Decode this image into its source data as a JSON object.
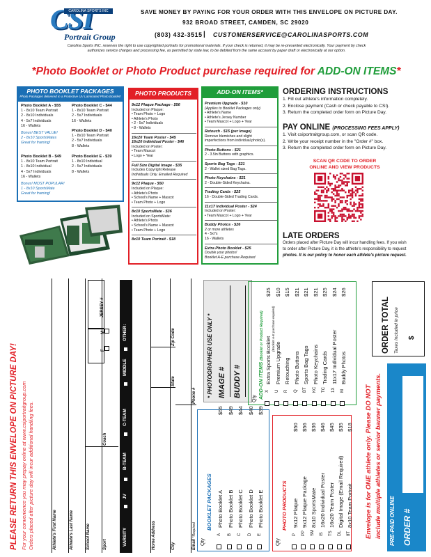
{
  "header": {
    "logo_text": "CSI",
    "logo_strip": "CAROLINA SPORTS INC",
    "logo_sub": "Portrait Group",
    "tagline": "SAVE MONEY BY PAYING FOR YOUR ORDER WITH THIS ENVELOPE ON PICTURE DAY.",
    "address": "932 BROAD STREET, CAMDEN, SC 29020",
    "phone": "(803) 432-3515",
    "separator": "|",
    "email": "CUSTOMERSERVICE@CAROLINASPORTS.COM",
    "disclaimer": "Carolina Sports INC. reserves the right to use copyrighted portraits for promotional materials. If your check is returned, it may be re-presented electronically. Your payment by check authorizes service charges and processing fee, as permitted by state law, to be debited from the same account by paper draft or electronically at our option."
  },
  "banner": {
    "part1": "*Photo Booklet or Photo Product purchase required for ",
    "part2": "ADD-ON ITEMS",
    "part3": "*"
  },
  "booklet_packages": {
    "title": "PHOTO BOOKLET PACKAGES",
    "subtitle": "Photo Packages delivered in a Protective UV Laminated Photo Booklet!",
    "a": {
      "name": "Photo Booklet A - $55",
      "lines": [
        "1 - 8x10 Team Portrait",
        "2 - 8x10 Individuals",
        "4 - 5x7 Individuals",
        "16 - Wallets"
      ],
      "note1": "Bonus!  BEST VALUE!",
      "note2": "2 - 8x10 SportsMates",
      "note3": "Great for framing!"
    },
    "b": {
      "name": "Photo Booklet B - $49",
      "lines": [
        "1 - 8x10 Team Portrait",
        "1 - 8x10 Individual",
        "4 - 5x7 Individuals",
        "16 - Wallets"
      ],
      "note1": "Bonus!  MOST POPULAR!",
      "note2": "1 - 8x10 SportsMate",
      "note3": "Great for framing!"
    },
    "c": {
      "name": "Photo Booklet C - $44",
      "lines": [
        "1 - 8x10 Team Portrait",
        "2 - 5x7 Individuals",
        "16 - Wallets"
      ]
    },
    "d": {
      "name": "Photo Booklet D - $40",
      "lines": [
        "1 - 8x10 Team Portrait",
        "2 - 5x7 Individuals",
        "8 - Wallets"
      ]
    },
    "e": {
      "name": "Photo Booklet E - $39",
      "lines": [
        "1 - 8x10 Individual",
        "2 - 5x7 Individuals",
        "8 - Wallets"
      ]
    }
  },
  "photo_products": {
    "title": "PHOTO PRODUCTS",
    "items": [
      {
        "name": "9x12 Plaque Package - $56",
        "lines": [
          "Included on Plaque:",
          "• Team Photo + Logo",
          "• Athlete's Photo",
          "• 2 - 5x7 Individuals",
          "• 8 - Wallets"
        ]
      },
      {
        "name": "16x20 Team Poster - $45",
        "lines": []
      },
      {
        "name": "16x20 Individual Poster - $46",
        "lines": [
          "Included on Poster:",
          "• Team Mascot",
          "• Logo + Year"
        ]
      },
      {
        "name": "Full Size Digital Image - $35",
        "lines": [
          "Includes Copyright Release",
          "Individuals Only. Emailed Required"
        ]
      },
      {
        "name": "9x12 Plaque - $50",
        "lines": [
          "Included on Plaque:",
          "• Athlete's Photo",
          "• School's Name + Mascot",
          "• Team Photo + Logo"
        ]
      },
      {
        "name": "8x10 SportsMate - $36",
        "lines": [
          "Included on SportsMate:",
          "• Athlete's Photo",
          "• School's Name + Mascot",
          "• Team Photo + Logo"
        ]
      },
      {
        "name": "8x10 Team Portrait - $18",
        "lines": []
      }
    ]
  },
  "addon_items": {
    "title": "ADD-ON ITEMS*",
    "items": [
      {
        "name": "Premium Upgrade - $10",
        "lines": [
          "(Applies to Booklet Packages only)",
          "• Athlete's Name",
          "• Athlete's Jersey Number",
          "• Team Mascot + Logo + Year"
        ]
      },
      {
        "name": "Retouch - $15 (per image)",
        "lines": [
          "Remove blemishes and slight",
          "imperfections from individual photo(s)."
        ]
      },
      {
        "name": "Photo Buttons - $21",
        "lines": [
          "2 - 3.5in Buttons with graphics."
        ]
      },
      {
        "name": "Sports Bag Tags - $21",
        "lines": [
          "2 - Wallet sized Bag Tags."
        ]
      },
      {
        "name": "Photo Keychains - $21",
        "lines": [
          "2 - Double-Sided Keychains."
        ]
      },
      {
        "name": "Trading Cards - $25",
        "lines": [
          "16 - Double-Sided Trading Cards."
        ]
      },
      {
        "name": "11x17 Individual Poster - $24",
        "lines": [
          "Included on Poster:",
          "• Team Mascot + Logo + Year"
        ]
      },
      {
        "name": "Buddy Photos - $26",
        "lines": [
          "2 or more athletes",
          "4 - 5x7s",
          "16 - Wallets"
        ]
      },
      {
        "name": "Extra Photo Booklet - $25",
        "lines": [
          "Double your photos!",
          "Booklet A-E purchase Required"
        ]
      }
    ]
  },
  "ordering": {
    "title": "ORDERING INSTRUCTIONS",
    "steps": [
      "1. Fill out athlete's information completely.",
      "2. Enclose payment (Cash or check payable to CSI).",
      "3. Return the completed order form on Picture Day."
    ]
  },
  "online": {
    "title": "PAY ONLINE",
    "subtitle": "(PROCESSING FEES APPLY)",
    "steps": [
      "1. Visit csiportraitgroup.com, or scan QR code.",
      "2. Write your receipt number in the \"Order #\" box.",
      "3. Return the completed order form on Picture Day."
    ],
    "scan1": "SCAN QR CODE TO ORDER",
    "scan2": "ONLINE AND VIEW PRODUCTS"
  },
  "late": {
    "title": "LATE ORDERS",
    "l1": "Orders placed after Picture Day will incur handling fees. If you wish",
    "l2": "to order after Picture Day, it is the athlete's responsibility to request",
    "l3": "photos. It is our policy to honor each athlete's picture request."
  },
  "form": {
    "return1": "PLEASE RETURN THIS ENVELOPE ON PICTURE DAY!",
    "return2": "For your convenience you may prepay online at www.csiportraitgroup.com",
    "return3": "Orders placed after picture day will incur additional handling fees.",
    "first_name": "Athlete's First Name",
    "last_name": "Athlete's Last Name",
    "school": "School Name",
    "sport": "Sport",
    "coach": "Coach",
    "address": "Home Address",
    "city": "City",
    "state": "State",
    "zip": "Zip Code",
    "email": "Email",
    "email_req": "*Required",
    "phone": "Phone #",
    "jersey": "JERSEY #",
    "f": "F",
    "m": "M",
    "teams": [
      "VARSITY",
      "JV",
      "B-TEAM",
      "C-TEAM",
      "MIDDLE",
      "OTHER:"
    ],
    "photog1": "* PHOTOGRAPHER USE ONLY *",
    "image": "IMAGE #",
    "buddy": "BUDDY #",
    "qty": "Qty",
    "booklet_title": "BOOKLET PACKAGES",
    "booklet_rows": [
      {
        "code": "A",
        "name": "Photo Booklet A",
        "price": "$55"
      },
      {
        "code": "B",
        "name": "Photo Booklet B",
        "price": "$49"
      },
      {
        "code": "C",
        "name": "Photo Booklet C",
        "price": "$44"
      },
      {
        "code": "D",
        "name": "Photo Booklet D",
        "price": "$40"
      },
      {
        "code": "E",
        "name": "Photo Booklet E",
        "price": "$39"
      }
    ],
    "product_title": "PHOTO PRODUCTS",
    "product_rows": [
      {
        "code": "P",
        "name": "9x12 Plaque",
        "price": "$50"
      },
      {
        "code": "PP",
        "name": "9x12 Plaque Package",
        "price": "$56"
      },
      {
        "code": "SM",
        "name": "8x10 SportsMate",
        "price": "$36"
      },
      {
        "code": "IS",
        "name": "16x20 Individual Poster",
        "price": "$46"
      },
      {
        "code": "TS",
        "name": "16x20 Team Poster",
        "price": "$45"
      },
      {
        "code": "DL",
        "name": "Digital Image (Email Required)",
        "price": "$35"
      },
      {
        "code": "8T",
        "name": "8x10 Team Portrait",
        "price": "$18"
      }
    ],
    "addon_title": "ADD-ON ITEMS",
    "addon_sub": "(Booklet or Product Required)",
    "addon_rows": [
      {
        "code": "X",
        "name": "Extra Sports Booklet",
        "price": "$25"
      },
      {
        "code": "U",
        "name": "Premium Upgrade",
        "price": "$10"
      },
      {
        "code": "R",
        "name": "Retouching",
        "price": "$15"
      },
      {
        "code": "Q",
        "name": "Photo Buttons",
        "price": "$21"
      },
      {
        "code": "BT",
        "name": "Sports Bag Tags",
        "price": "$21"
      },
      {
        "code": "KC",
        "name": "Photo Keychains",
        "price": "$21"
      },
      {
        "code": "TC",
        "name": "Trading Cards",
        "price": "$25"
      },
      {
        "code": "1X",
        "name": "11x17 Individual Poster",
        "price": "$24"
      },
      {
        "code": "M",
        "name": "Buddy Photos",
        "price": "$26"
      }
    ],
    "addon_note": "(Booklet A-E purchase required)",
    "order_total": "ORDER TOTAL",
    "taxes": "Taxes included in price",
    "dollar": "$",
    "env1": "Envelope is for ONE athlete only. Please DO NOT",
    "env2": "include multiple athletes or senior banner payments.",
    "prepaid": "PRE-PAID ONLINE",
    "order_no": "ORDER #"
  },
  "colors": {
    "blue": "#1a6fb5",
    "red": "#e21f26",
    "green": "#1f9d3a"
  }
}
